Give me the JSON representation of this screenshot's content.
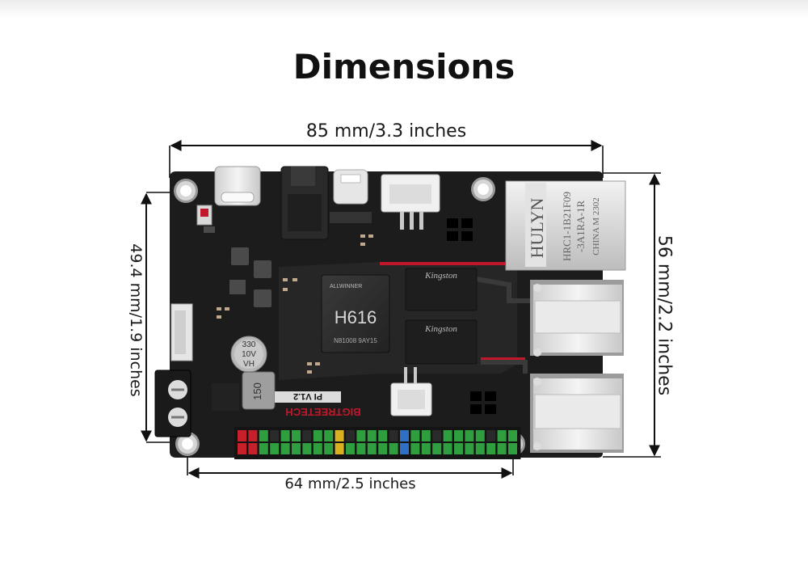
{
  "title": "Dimensions",
  "dimensions": {
    "width_total": "85 mm/3.3 inches",
    "height_total": "56 mm/2.2 inches",
    "hole_span_width": "64 mm/2.5 inches",
    "hole_span_height": "49.4 mm/1.9 inches"
  },
  "board_markings": {
    "soc": "H616",
    "soc_code": "N81008  9AY15",
    "soc_brand": "ALLWINNER",
    "memory_brand": "Kingston",
    "capacitor": "330\n10V\nVH",
    "inductor": "150",
    "model": "PI V1.2",
    "brand": "BIGTREETECH",
    "ethernet_jack_text": "HULYN",
    "ethernet_jack_model": "HRC1-1B21F09",
    "ethernet_jack_code": "-3A1RA-1R",
    "ethernet_jack_origin": "CHINA  M 2302"
  },
  "colors": {
    "pcb": "#1c1c1c",
    "accent_red": "#c0182a",
    "header_green": "#2e9e3e",
    "header_red": "#c8202a",
    "header_yellow": "#d9b022",
    "header_blue": "#2f6fc4"
  }
}
